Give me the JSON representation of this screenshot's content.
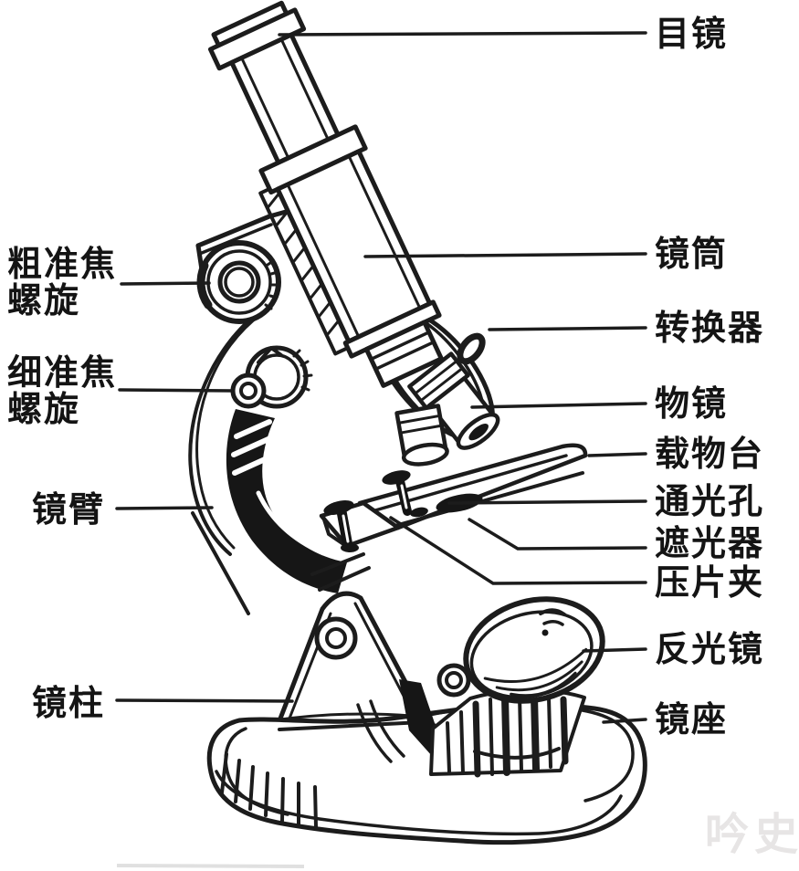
{
  "labels": {
    "eyepiece": "目镜",
    "body_tube": "镜筒",
    "nosepiece": "转换器",
    "objective": "物镜",
    "stage": "载物台",
    "light_hole": "通光孔",
    "diaphragm": "遮光器",
    "stage_clips": "压片夹",
    "mirror": "反光镜",
    "base": "镜座",
    "coarse_focus_line1": "粗准焦",
    "coarse_focus_line2": "螺旋",
    "fine_focus_line1": "细准焦",
    "fine_focus_line2": "螺旋",
    "arm": "镜臂",
    "pillar": "镜柱"
  },
  "watermark": "吟史",
  "colors": {
    "ink": "#1c1c1c",
    "paper": "#ffffff",
    "watermark": "#e7e5e5"
  }
}
